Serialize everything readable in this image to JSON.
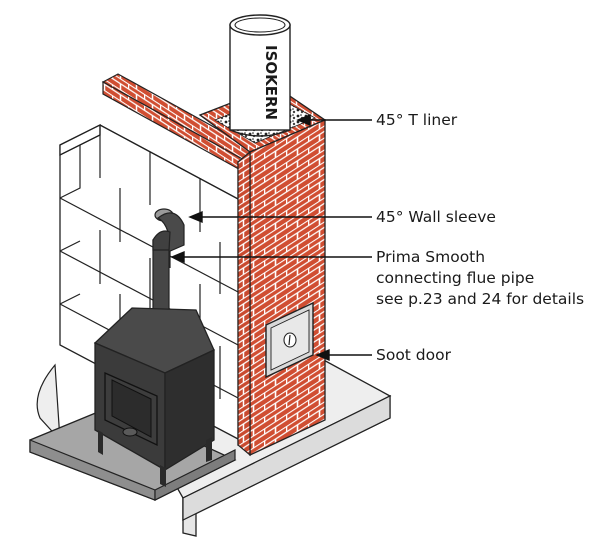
{
  "brand": "ISOKERN",
  "labels": {
    "t_liner": "45° T liner",
    "wall_sleeve": "45° Wall sleeve",
    "flue_pipe_1": "Prima Smooth",
    "flue_pipe_2": "connecting flue pipe",
    "flue_pipe_3": "see p.23 and 24 for details",
    "soot_door": "Soot door"
  },
  "colors": {
    "brick": "#d04e32",
    "mortar": "#ffffff",
    "block": "#ffffff",
    "block_line": "#222222",
    "stove": "#3b3b3b",
    "hearth": "#a6a6a6",
    "floor": "#e6e6e6",
    "door_plate": "#d9d9d9"
  }
}
